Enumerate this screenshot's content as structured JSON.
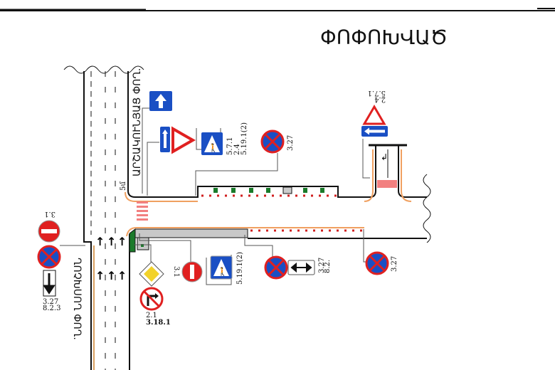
{
  "title": "ՓՈՓՈԽՎԱԾ",
  "streets": {
    "top": "ԱՐՇԱԿՈՒՆՅԱՑ ՓՈՂ.",
    "left": "ՂՈՉԽՍՈՂ ՓՈՂ."
  },
  "distance_label": "5մ",
  "sign_labels": {
    "ped_group": [
      "5.7.1",
      "2.4",
      "5.19.1(2)"
    ],
    "top_noparking": "3.27",
    "right_group": [
      "5.7.1",
      "2.4"
    ],
    "left_noentry": "3.1",
    "left_group": [
      "3.27",
      "8.2.3"
    ],
    "priority_group": [
      "2.1",
      "3.18.1"
    ],
    "bottom_noentry": "3.1",
    "bottom_ped": "5.19.1(2)",
    "bottom_noparking": [
      "3.27",
      "8.2."
    ],
    "far_noparking": "3.27"
  },
  "colors": {
    "sign_blue": "#1a4fc4",
    "sign_red": "#e02020",
    "curb_orange": "#f0a060",
    "island_green": "#1a7a2a"
  }
}
